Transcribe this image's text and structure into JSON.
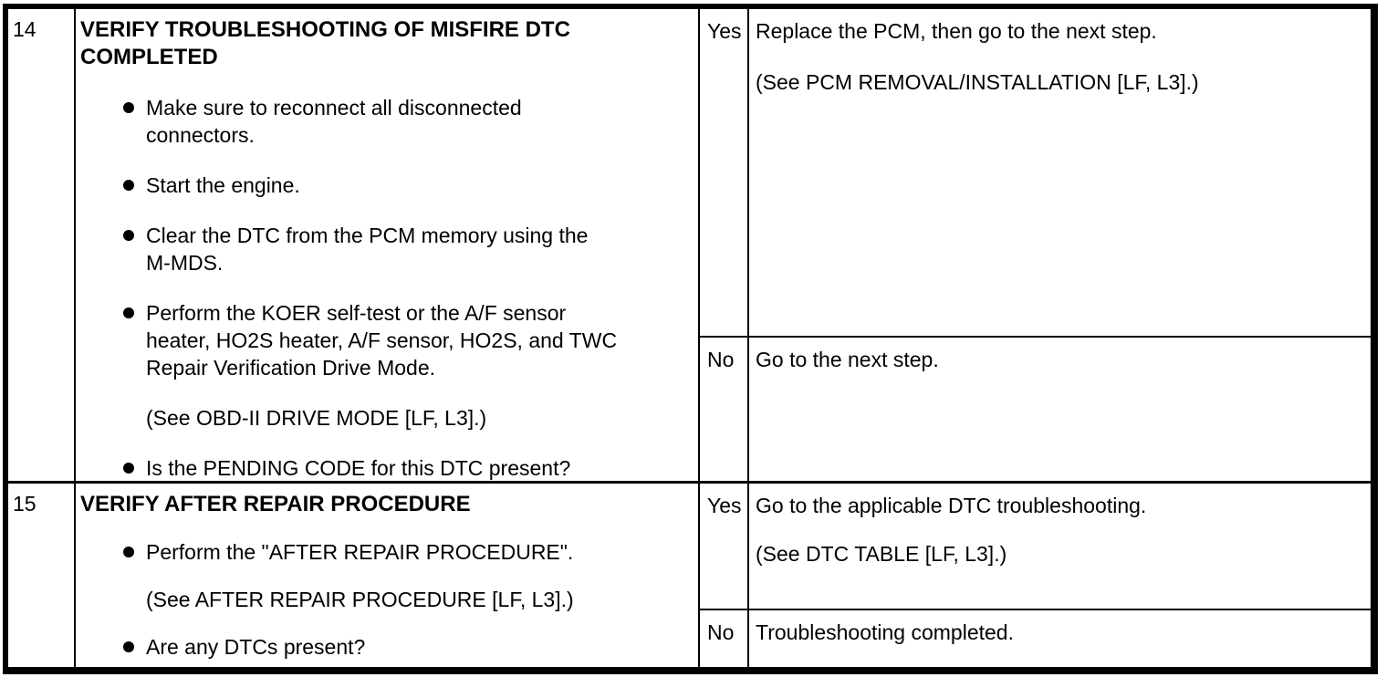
{
  "table": {
    "rows": [
      {
        "step": "14",
        "heading": "VERIFY TROUBLESHOOTING OF MISFIRE DTC\nCOMPLETED",
        "items": [
          {
            "type": "bullet",
            "text": "Make sure to reconnect all disconnected\nconnectors."
          },
          {
            "type": "bullet",
            "text": "Start the engine."
          },
          {
            "type": "bullet",
            "text": "Clear the DTC from the PCM memory using the\nM-MDS."
          },
          {
            "type": "bullet",
            "text": "Perform the KOER self-test or the A/F sensor\nheater, HO2S heater, A/F sensor, HO2S, and TWC\nRepair Verification Drive Mode."
          },
          {
            "type": "note",
            "text": "(See OBD-II DRIVE MODE [LF, L3].)"
          },
          {
            "type": "bullet",
            "text": "Is the PENDING CODE for this DTC present?"
          }
        ],
        "yes": {
          "label": "Yes",
          "action": "Replace the PCM, then go to the next step.",
          "reference": "(See PCM REMOVAL/INSTALLATION [LF, L3].)"
        },
        "no": {
          "label": "No",
          "action": "Go to the next step."
        }
      },
      {
        "step": "15",
        "heading": "VERIFY AFTER REPAIR PROCEDURE",
        "items": [
          {
            "type": "bullet",
            "text": "Perform the \"AFTER REPAIR PROCEDURE\"."
          },
          {
            "type": "note",
            "text": "(See AFTER REPAIR PROCEDURE [LF, L3].)"
          },
          {
            "type": "bullet",
            "text": "Are any DTCs present?"
          }
        ],
        "yes": {
          "label": "Yes",
          "action": "Go to the applicable DTC troubleshooting.",
          "reference": "(See DTC TABLE [LF, L3].)"
        },
        "no": {
          "label": "No",
          "action": "Troubleshooting completed."
        }
      }
    ],
    "colors": {
      "line": "#000000",
      "background": "#ffffff",
      "text": "#000000"
    }
  }
}
